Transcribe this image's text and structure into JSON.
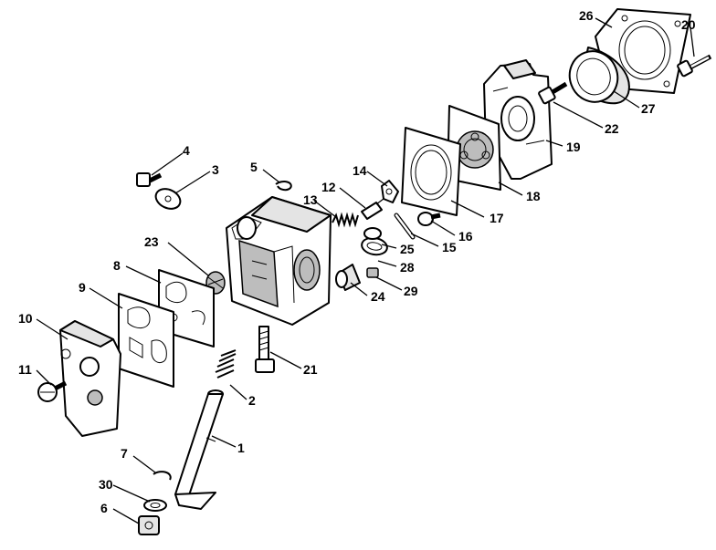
{
  "callouts": [
    {
      "id": "p1",
      "number": "1"
    },
    {
      "id": "p2",
      "number": "2"
    },
    {
      "id": "p3",
      "number": "3"
    },
    {
      "id": "p4",
      "number": "4"
    },
    {
      "id": "p5",
      "number": "5"
    },
    {
      "id": "p6",
      "number": "6"
    },
    {
      "id": "p7",
      "number": "7"
    },
    {
      "id": "p8",
      "number": "8"
    },
    {
      "id": "p9",
      "number": "9"
    },
    {
      "id": "p10",
      "number": "10"
    },
    {
      "id": "p11",
      "number": "11"
    },
    {
      "id": "p12",
      "number": "12"
    },
    {
      "id": "p13",
      "number": "13"
    },
    {
      "id": "p14",
      "number": "14"
    },
    {
      "id": "p15",
      "number": "15"
    },
    {
      "id": "p16",
      "number": "16"
    },
    {
      "id": "p17",
      "number": "17"
    },
    {
      "id": "p18",
      "number": "18"
    },
    {
      "id": "p19",
      "number": "19"
    },
    {
      "id": "p20",
      "number": "20"
    },
    {
      "id": "p21",
      "number": "21"
    },
    {
      "id": "p22",
      "number": "22"
    },
    {
      "id": "p23",
      "number": "23"
    },
    {
      "id": "p24",
      "number": "24"
    },
    {
      "id": "p25",
      "number": "25"
    },
    {
      "id": "p26",
      "number": "26"
    },
    {
      "id": "p27",
      "number": "27"
    },
    {
      "id": "p28",
      "number": "28"
    },
    {
      "id": "p29",
      "number": "29"
    },
    {
      "id": "p30",
      "number": "30"
    }
  ]
}
